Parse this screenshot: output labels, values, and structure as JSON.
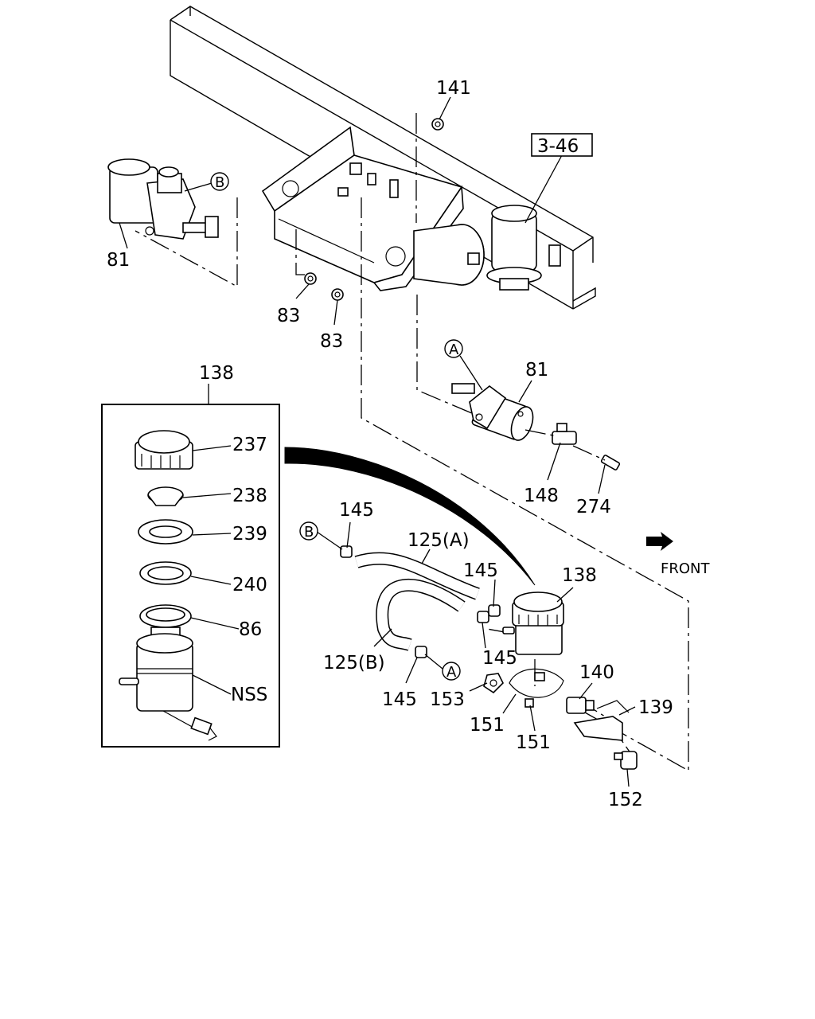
{
  "callouts": {
    "c141": "141",
    "c3_46": "3-46",
    "cB_top": "B",
    "c81_top": "81",
    "c83_a": "83",
    "c83_b": "83",
    "cA_top": "A",
    "c81_mid": "81",
    "c148": "148",
    "c274": "274",
    "c138_box": "138",
    "c237": "237",
    "c238": "238",
    "c239": "239",
    "c240": "240",
    "c86": "86",
    "cNSS": "NSS",
    "c145_a": "145",
    "cB_hose": "B",
    "c125A": "125(A)",
    "c145_b": "145",
    "c138_res": "138",
    "c125B": "125(B)",
    "c145_c": "145",
    "c145_d": "145",
    "cA_hose": "A",
    "c153": "153",
    "c140": "140",
    "c139": "139",
    "c151_a": "151",
    "c151_b": "151",
    "c152": "152"
  },
  "direction": {
    "label": "FRONT",
    "arrow_icon": "front-arrow-icon"
  }
}
